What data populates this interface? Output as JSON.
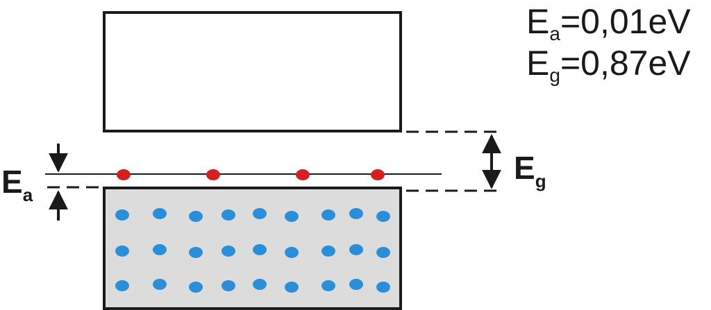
{
  "labels": {
    "ea_symbol": "E",
    "ea_subscript": "a",
    "eg_symbol": "E",
    "eg_subscript": "g"
  },
  "values": {
    "ea": {
      "symbol": "E",
      "subscript": "a",
      "value": "=0,01eV"
    },
    "eg": {
      "symbol": "E",
      "subscript": "g",
      "value": "=0,87eV"
    }
  },
  "colors": {
    "outline": "#1a1a1a",
    "valence_fill": "#dcdcdc",
    "hole_dot": "#2a8fd8",
    "acceptor_dot": "#d42020"
  },
  "acceptor_count": 4,
  "valence_dot_rows": 3,
  "valence_dot_columns": 9
}
